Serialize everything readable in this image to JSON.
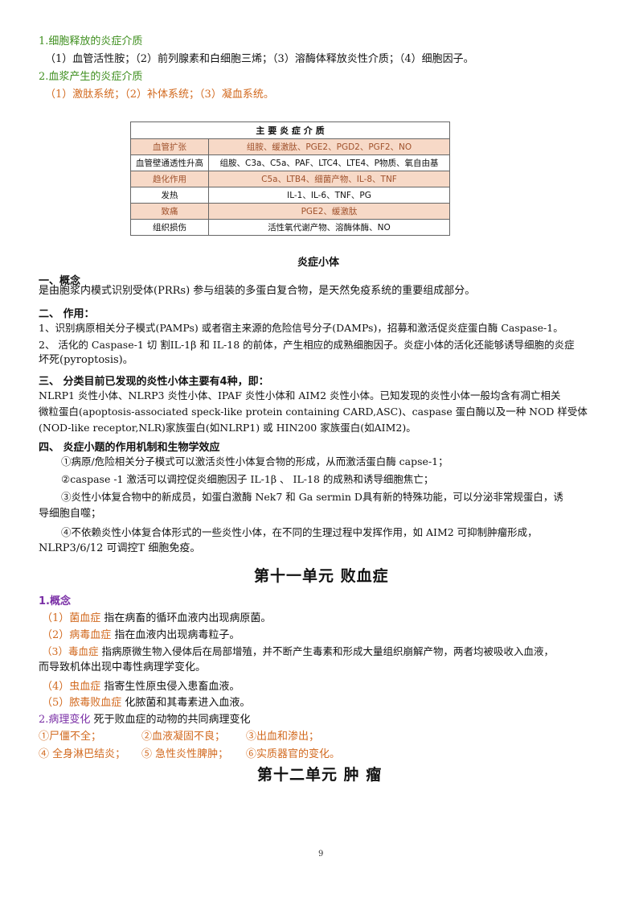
{
  "top": {
    "h1": "1.细胞释放的炎症介质",
    "l1": "（1）血管活性胺；（2）前列腺素和白细胞三烯；（3）溶酶体释放炎性介质；（4）细胞因子。",
    "h2": "2.血浆产生的炎症介质",
    "l2": "（1）激肽系统；（2）补体系统；（3）凝血系统。"
  },
  "table": {
    "title": "主 要 炎 症 介 质",
    "rows": [
      {
        "name": "血管扩张",
        "value": "组胺、缓激肽、PGE2、PGD2、PGF2、NO"
      },
      {
        "name": "血管壁通透性升高",
        "value": "组胺、C3a、C5a、PAF、LTC4、LTE4、P物质、氧自由基"
      },
      {
        "name": "趋化作用",
        "value": "C5a、LTB4、细菌产物、IL-8、TNF"
      },
      {
        "name": "发热",
        "value": "IL-1、IL-6、TNF、PG"
      },
      {
        "name": "致痛",
        "value": "PGE2、缓激肽"
      },
      {
        "name": "组织损伤",
        "value": "活性氧代谢产物、溶酶体酶、NO"
      }
    ]
  },
  "inflammasome": {
    "title": "炎症小体",
    "s1_head": "一、概念",
    "s1_text": "是由胞浆内模式识别受体(PRRs) 参与组装的多蛋白复合物，是天然免疫系统的重要组成部分。",
    "s2_head": "二、 作用：",
    "s2_l1": "1、识别病原相关分子模式(PAMPs) 或者宿主来源的危险信号分子(DAMPs)，招募和激活促炎症蛋白酶 Caspase-1。",
    "s2_l2a": "2、 活化的 Caspase-1 切 割IL-1β 和 IL-18 的前体，产生相应的成熟细胞因子。炎症小体的活化还能够诱导细胞的炎症",
    "s2_l2b": "坏死(pyroptosis)。",
    "s3_head": "三、 分类目前已发现的炎性小体主要有4种，即：",
    "s3_l1": "NLRP1 炎性小体、NLRP3 炎性小体、IPAF 炎性小体和 AIM2 炎性小体。已知发现的炎性小体一般均含有凋亡相关",
    "s3_l2": "微粒蛋白(apoptosis-associated speck-like protein containing CARD,ASC)、caspase 蛋白酶以及一种 NOD 样受体",
    "s3_l3": "(NOD-like receptor,NLR)家族蛋白(如NLRP1) 或 HIN200 家族蛋白(如AIM2)。",
    "s4_head": "四、 炎症小题的作用机制和生物学效应",
    "s4_p1": "①病原/危险相关分子模式可以激活炎性小体复合物的形成，从而激活蛋白酶 capse-1；",
    "s4_p2": "②caspase -1 激活可以调控促炎细胞因子 IL-1β 、 IL-18 的成熟和诱导细胞焦亡；",
    "s4_p3a": "③炎性小体复合物中的新成员，如蛋白激酶 Nek7 和 Ga sermin D具有新的特殊功能，可以分泌非常规蛋白，诱",
    "s4_p3b": "导细胞自噬；",
    "s4_p4a": "④不依赖炎性小体复合体形式的一些炎性小体，在不同的生理过程中发挥作用，如 AIM2 可抑制肿瘤形成，",
    "s4_p4b": "NLRP3/6/12 可调控T 细胞免疫。"
  },
  "unit11": {
    "title": "第十一单元 败血症",
    "concept_head": "1.概念",
    "items": [
      {
        "term": "（1）菌血症",
        "desc": "指在病畜的循环血液内出现病原菌。"
      },
      {
        "term": "（2）病毒血症",
        "desc": "指在血液内出现病毒粒子。"
      },
      {
        "term": "（3）毒血症",
        "desc": "指病原微生物入侵体后在局部增殖，并不断产生毒素和形成大量组织崩解产物，两者均被吸收入血液，"
      },
      {
        "term": "（4）虫血症",
        "desc": "指寄生性原虫侵入患畜血液。"
      },
      {
        "term": "（5）脓毒败血症",
        "desc": "化脓菌和其毒素进入血液。"
      }
    ],
    "item3_cont": "而导致机体出现中毒性病理学变化。",
    "patho_head": "2.病理变化",
    "patho_text": "死于败血症的动物的共同病理变化",
    "changes_row1": [
      "①尸僵不全；",
      "②血液凝固不良；",
      "③出血和渗出；"
    ],
    "changes_row2": [
      "④ 全身淋巴结炎；",
      "⑤ 急性炎性脾肿；",
      "⑥实质器官的变化。"
    ]
  },
  "unit12": {
    "title": "第十二单元 肿 瘤"
  },
  "page_number": "9"
}
